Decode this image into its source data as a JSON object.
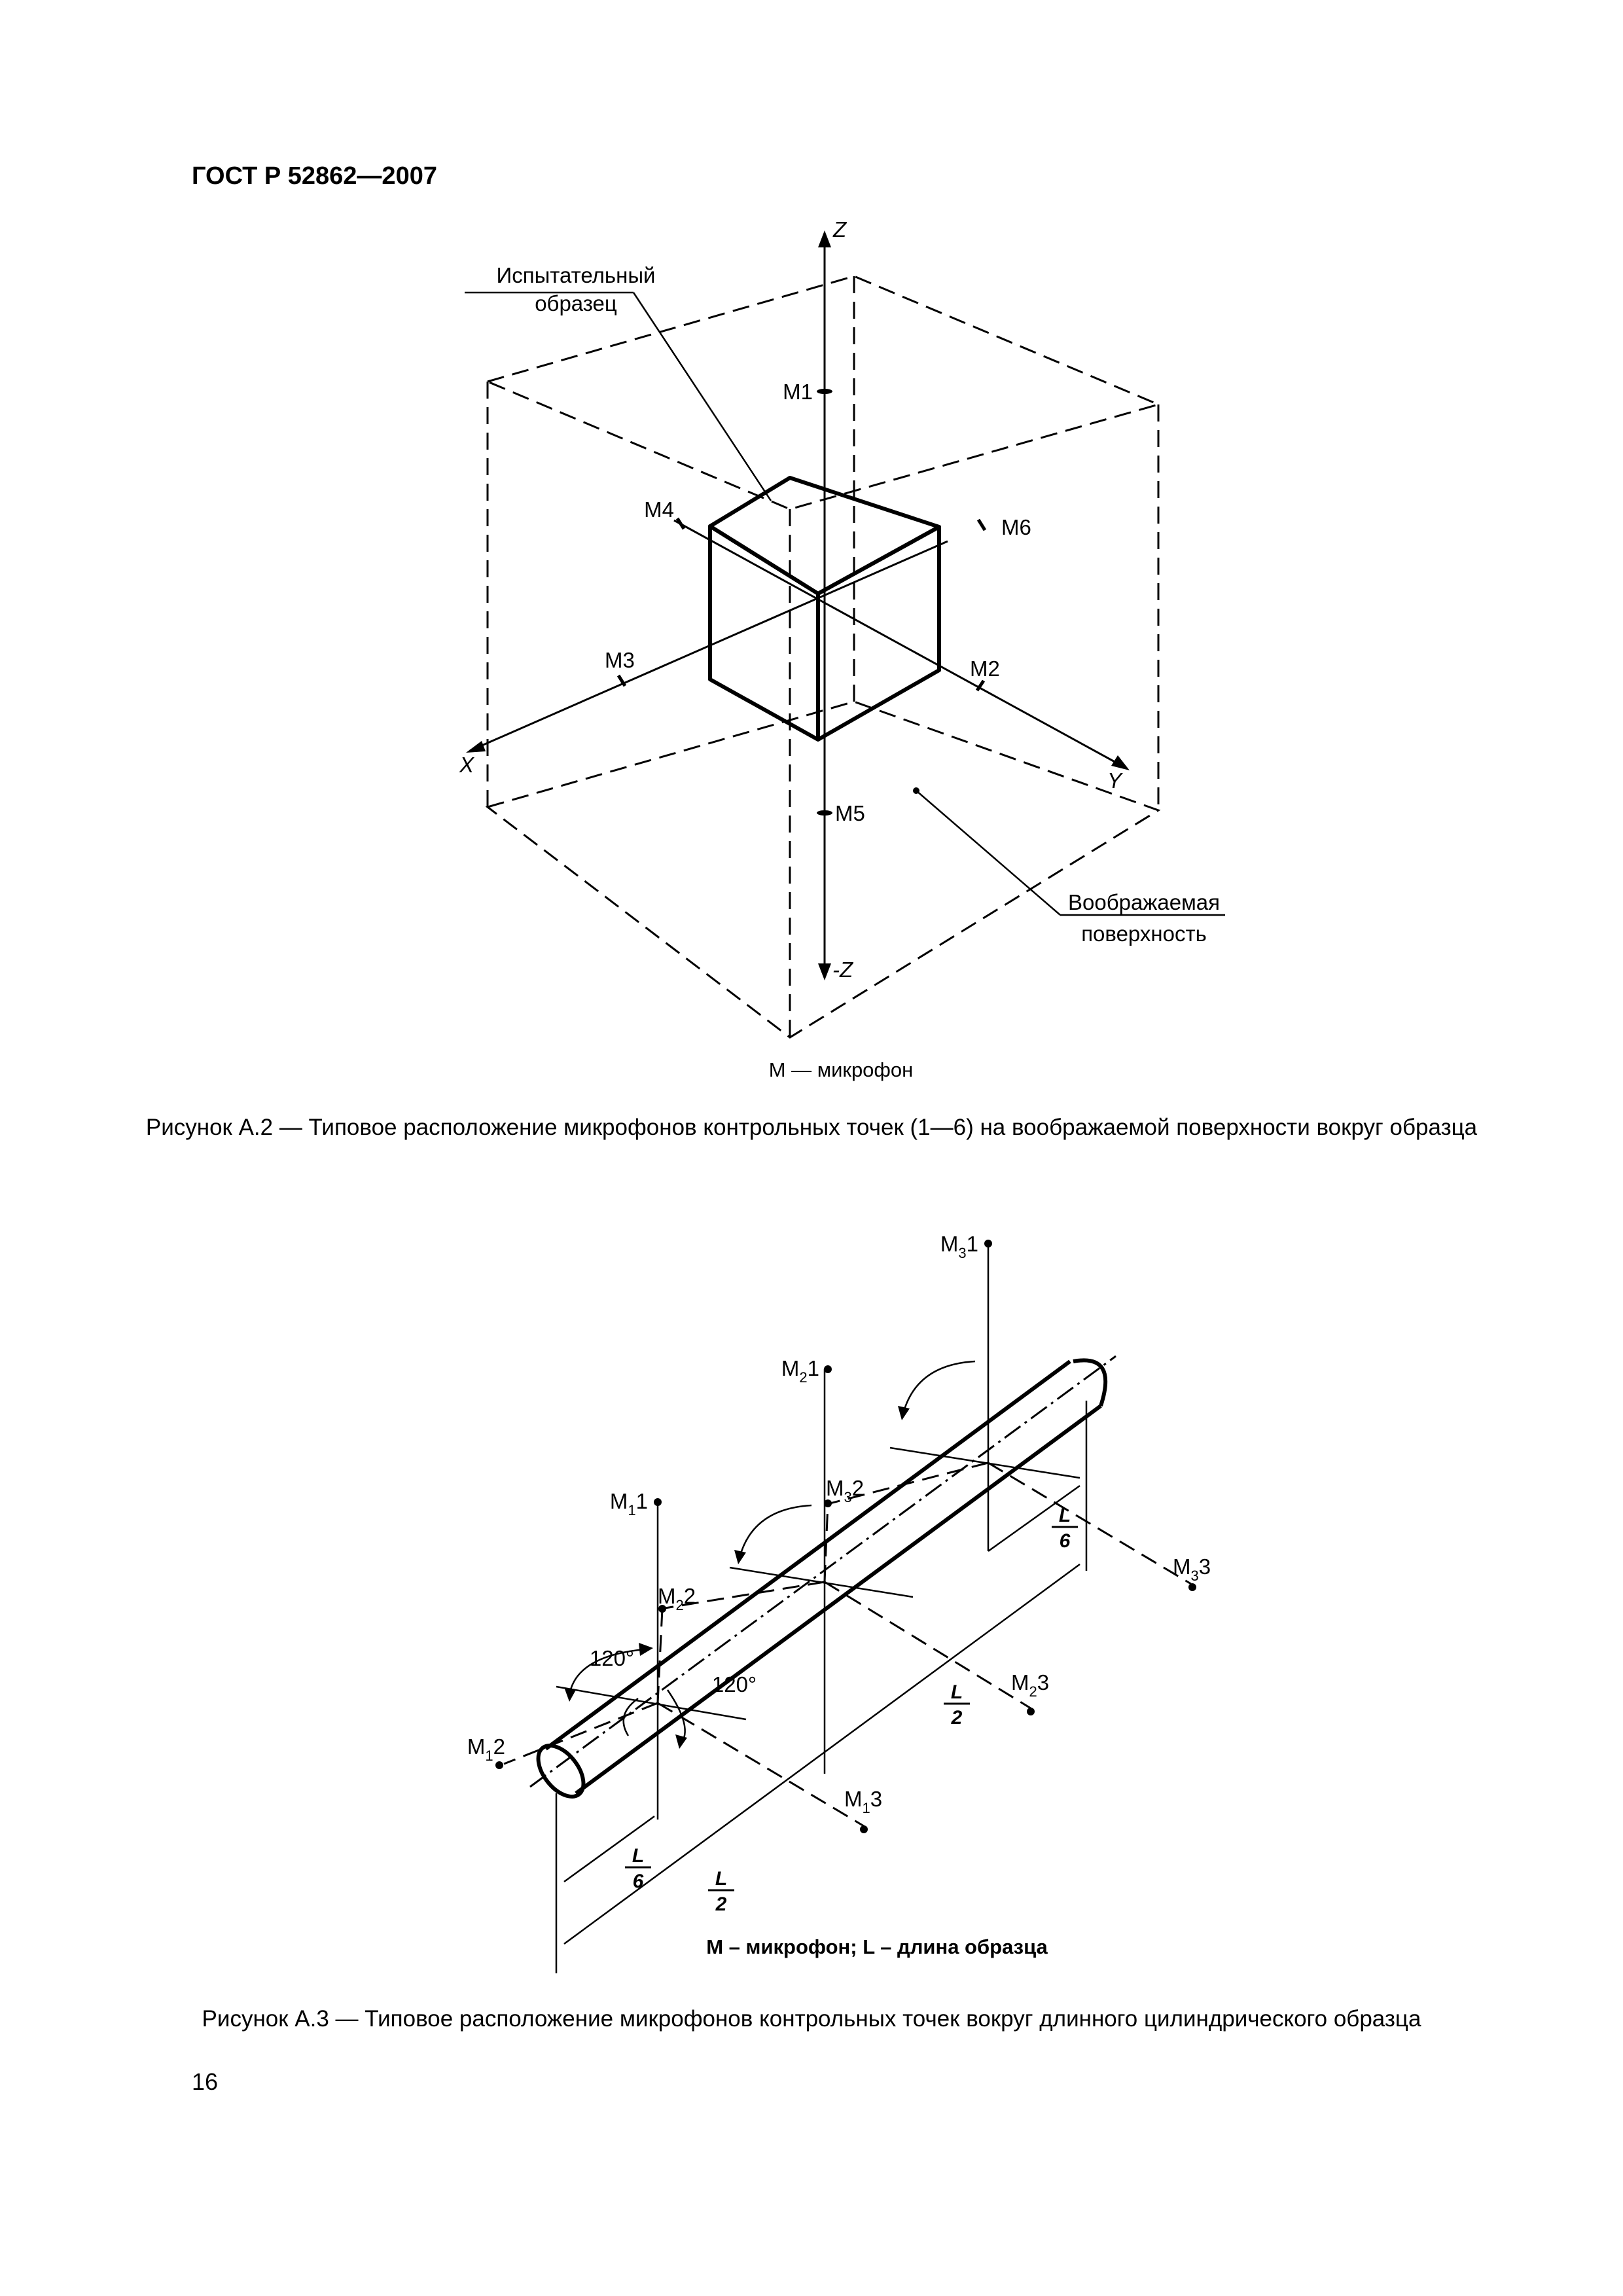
{
  "header": {
    "text": "ГОСТ Р 52862—2007"
  },
  "figure_a2": {
    "label_specimen_line1": "Испытательный",
    "label_specimen_line2": "образец",
    "label_surface_line1": "Воображаемая",
    "label_surface_line2": "поверхность",
    "axis_z": "Z",
    "axis_minus_z": "-Z",
    "axis_x": "X",
    "axis_y": "Y",
    "mic_labels": {
      "m1": "М1",
      "m2": "М2",
      "m3": "М3",
      "m4": "М4",
      "m5": "М5",
      "m6": "М6"
    },
    "legend": "М — микрофон",
    "caption": "Рисунок А.2 — Типовое расположение микрофонов контрольных точек (1—6) на воображаемой поверхности вокруг образца"
  },
  "figure_a3": {
    "mic_base": "M",
    "mics": [
      {
        "sub": "3",
        "num": "1"
      },
      {
        "sub": "2",
        "num": "1"
      },
      {
        "sub": "1",
        "num": "1"
      },
      {
        "sub": "3",
        "num": "2"
      },
      {
        "sub": "2",
        "num": "2"
      },
      {
        "sub": "1",
        "num": "2"
      },
      {
        "sub": "3",
        "num": "3"
      },
      {
        "sub": "2",
        "num": "3"
      },
      {
        "sub": "1",
        "num": "3"
      }
    ],
    "angle_label": "120°",
    "dim_numerator": "L",
    "dim_sixth": "6",
    "dim_half": "2",
    "legend": "М – микрофон; L – длина образца",
    "caption": "Рисунок А.3 — Типовое расположение микрофонов контрольных точек вокруг длинного цилиндрического образца"
  },
  "page_number": "16"
}
